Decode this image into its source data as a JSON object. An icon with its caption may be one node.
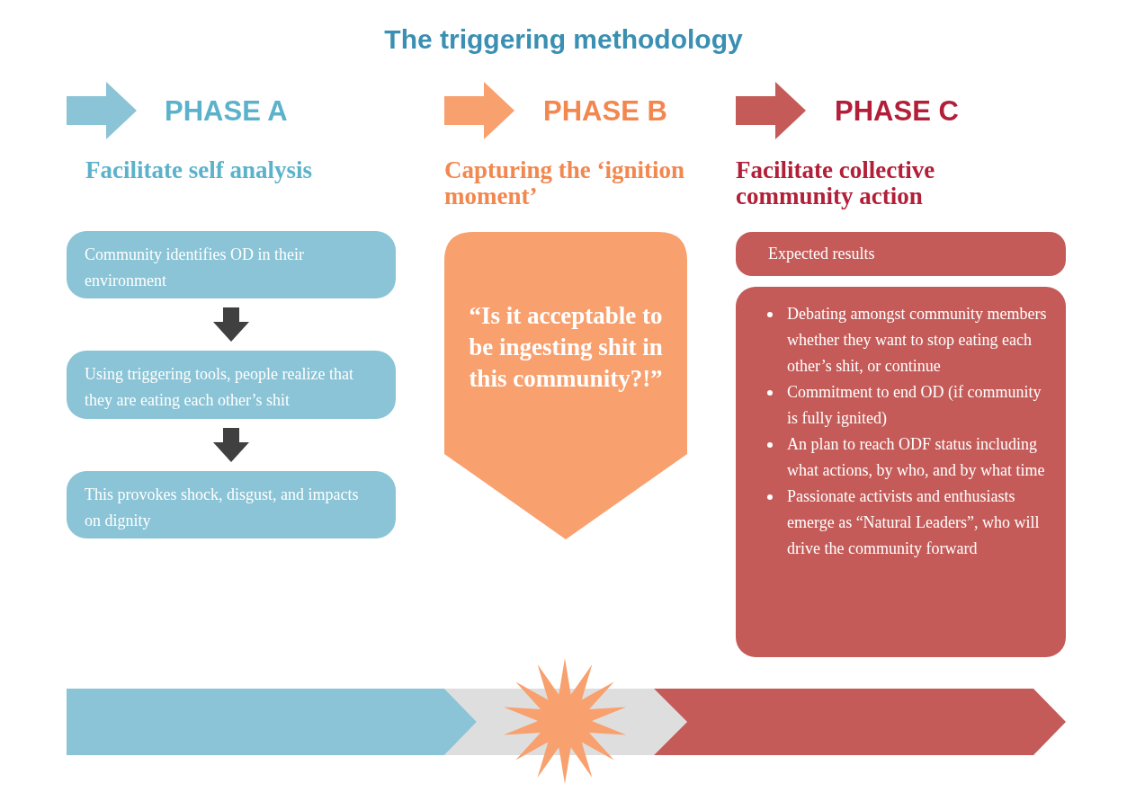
{
  "diagram": {
    "title": "The triggering methodology",
    "nodes": [
      {
        "text": [
          "Community identifies OD in their environment"
        ]
      },
      {
        "text": [
          "Using triggering tools, people realize that they are eating each other’s shit"
        ]
      },
      {
        "text": [
          "This provokes shock, disgust, and impacts on dignity"
        ]
      },
      {
        "text": [
          "“Is it acceptable to be ingesting shit in this community?!”"
        ]
      },
      {
        "text": [
          "Expected results"
        ]
      },
      {
        "text": [
          "Debating amongst community members whether they want to stop eating each other’s shit, or continue",
          "Commitment to end OD (if community is fully ignited)",
          "An plan to reach ODF status including what actions, by who, and by what time",
          "Passionate activists and enthusiasts emerge as “Natural Leaders”, who will drive the community forward"
        ]
      }
    ],
    "edges": [
      {
        "from": 0,
        "to": 1,
        "arrow": "to"
      },
      {
        "from": 1,
        "to": 2,
        "arrow": "to"
      }
    ],
    "labels": [
      "PHASE A",
      "Facilitate self analysis",
      "PHASE B",
      "Capturing the ‘ignition moment’",
      "PHASE C",
      "Facilitate collective community action"
    ]
  }
}
